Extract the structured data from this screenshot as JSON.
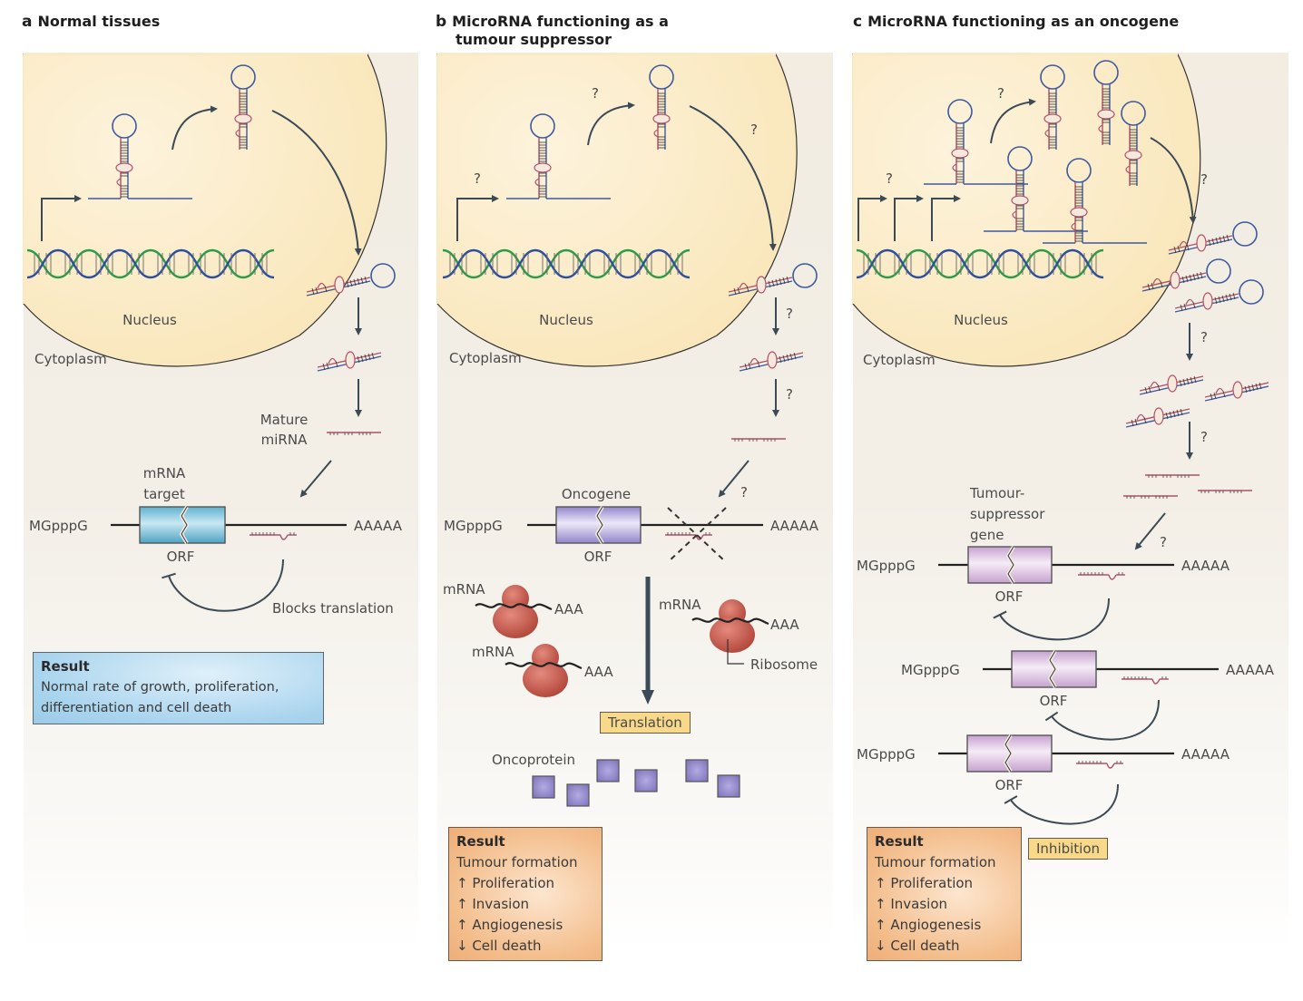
{
  "panels": [
    {
      "letter": "a",
      "title_lines": [
        "Normal tissues"
      ],
      "labels": {
        "nucleus": "Nucleus",
        "cytoplasm": "Cytoplasm",
        "mature_mirna": [
          "Mature",
          "miRNA"
        ],
        "mrna_target": [
          "mRNA",
          "target"
        ],
        "cap": "MGpppG",
        "polya": "AAAAA",
        "orf": "ORF",
        "blocks": "Blocks translation"
      },
      "result": {
        "heading": "Result",
        "lines": [
          "Normal rate of growth, proliferation,",
          "differentiation and cell death"
        ]
      }
    },
    {
      "letter": "b",
      "title_lines": [
        "MicroRNA functioning as a",
        "tumour suppressor"
      ],
      "labels": {
        "nucleus": "Nucleus",
        "cytoplasm": "Cytoplasm",
        "question": "?",
        "oncogene": "Oncogene",
        "cap": "MGpppG",
        "polya": "AAAAA",
        "orf": "ORF",
        "mrna": "mRNA",
        "aaa": "AAA",
        "ribosome": "Ribosome",
        "translation": "Translation",
        "oncoprotein": "Oncoprotein"
      },
      "result": {
        "heading": "Result",
        "lines": [
          "Tumour formation",
          "↑ Proliferation",
          "↑ Invasion",
          "↑ Angiogenesis",
          "↓ Cell death"
        ]
      }
    },
    {
      "letter": "c",
      "title_lines": [
        "MicroRNA functioning as an oncogene"
      ],
      "labels": {
        "nucleus": "Nucleus",
        "cytoplasm": "Cytoplasm",
        "question": "?",
        "tsg": [
          "Tumour-",
          "suppressor",
          "gene"
        ],
        "cap": "MGpppG",
        "polya": "AAAAA",
        "orf": "ORF",
        "inhibition": "Inhibition"
      },
      "result": {
        "heading": "Result",
        "lines": [
          "Tumour formation",
          "↑ Proliferation",
          "↑ Invasion",
          "↑ Angiogenesis",
          "↓ Cell death"
        ]
      }
    }
  ],
  "colors": {
    "nucleus_fill": "#fbe9bf",
    "dna_blue": "#2d4f9e",
    "dna_green": "#2e9a4a",
    "mirna_red": "#b0506a",
    "arrow": "#3b4a55",
    "orf_blue": "#7fc6dd",
    "orf_purple": "#b4a9dc",
    "orf_pink": "#dcbde0",
    "ribosome": "#c4564b",
    "oncoprotein": "#8a80c8"
  }
}
